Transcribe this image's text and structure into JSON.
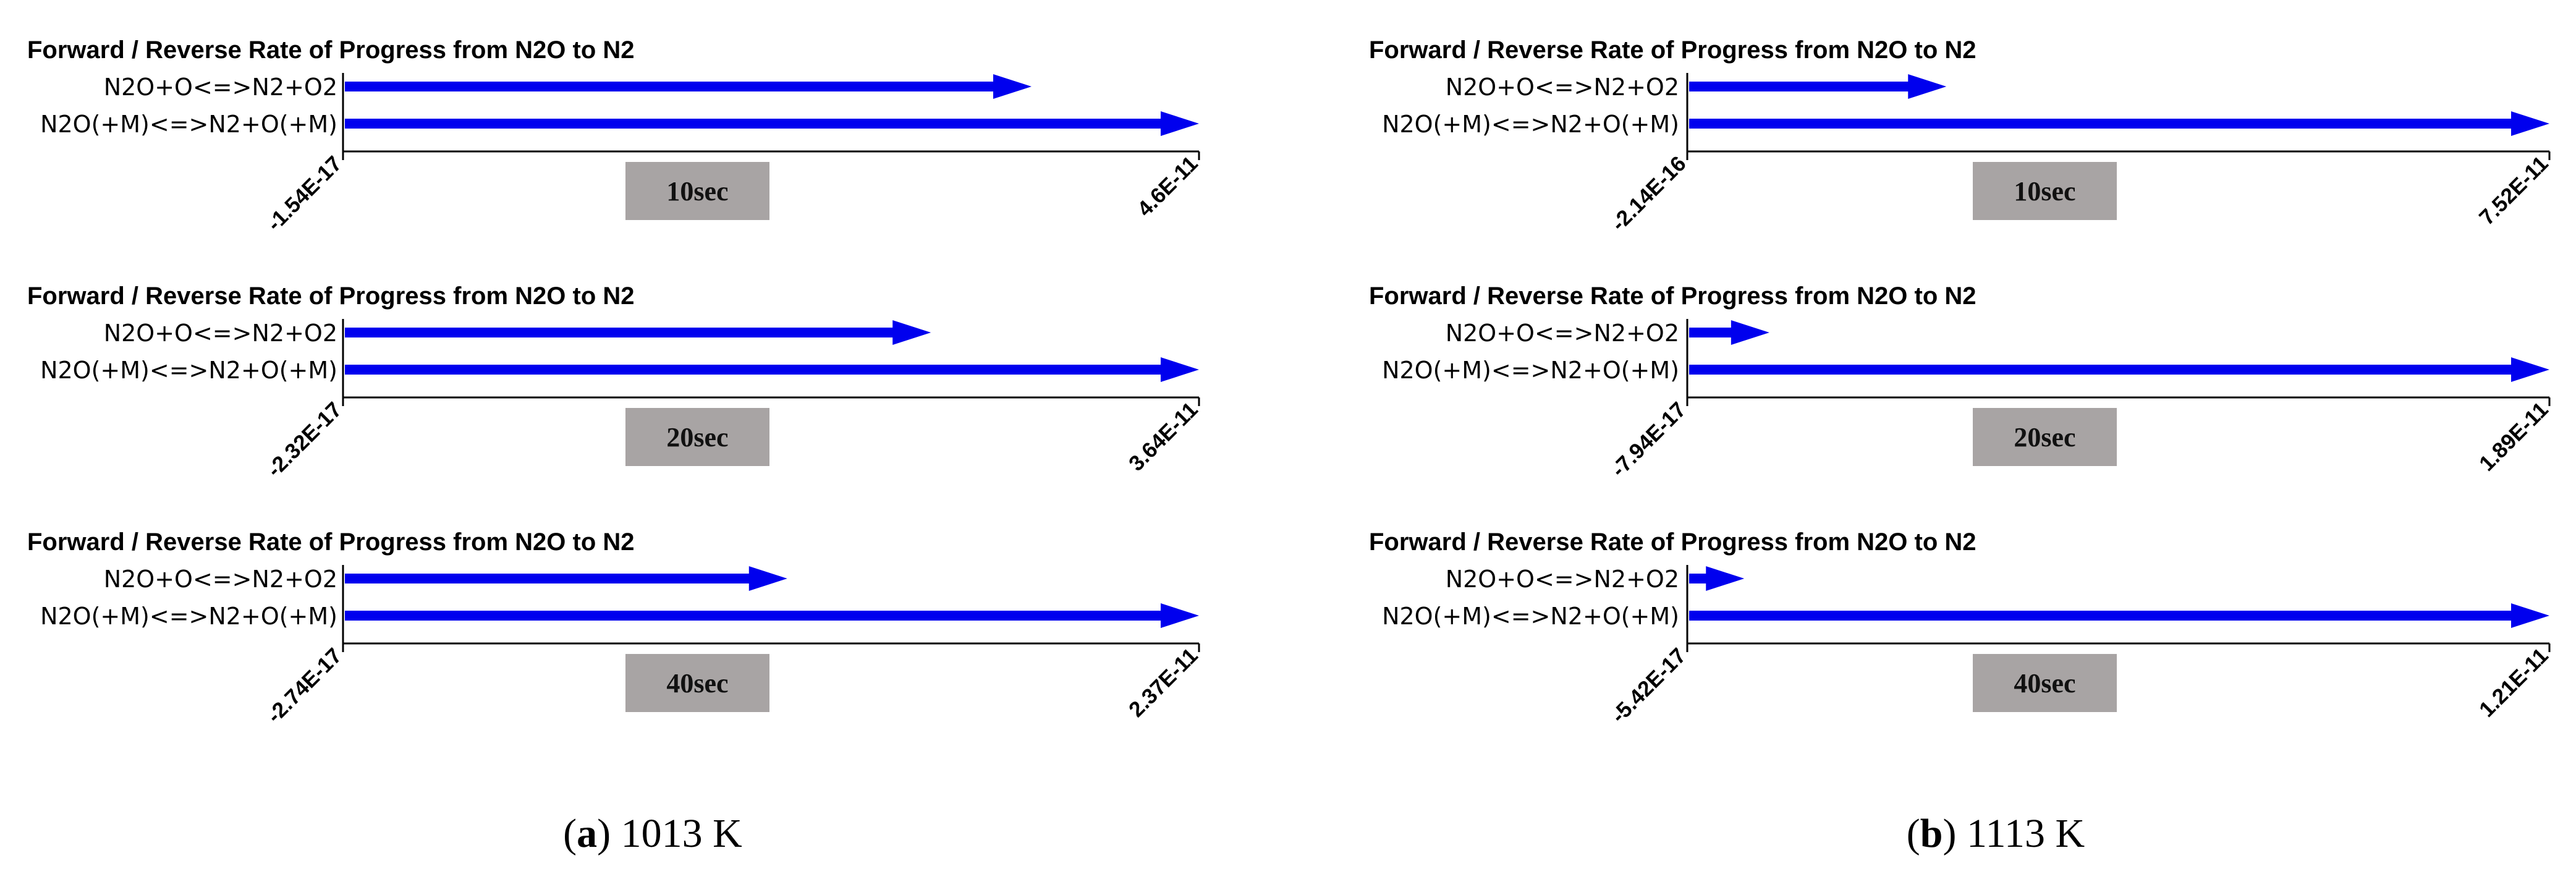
{
  "colors": {
    "arrow": "#0000ee",
    "time_box": "#a8a4a4",
    "text": "#000000"
  },
  "chart_data": [
    {
      "type": "bar",
      "orientation": "horizontal",
      "column": "a",
      "title": "Forward / Reverse Rate of Progress from N2O to N2",
      "categories": [
        "N2O+O<=>N2+O2",
        "N2O(+M)<=>N2+O(+M)"
      ],
      "values": [
        3.7e-11,
        4.6e-11
      ],
      "xlim_labels": [
        "-1.54E-17",
        "4.6E-11"
      ],
      "xlim": [
        -1.54e-17,
        4.6e-11
      ],
      "time_label": "10sec"
    },
    {
      "type": "bar",
      "orientation": "horizontal",
      "column": "a",
      "title": "Forward / Reverse Rate of Progress from N2O to N2",
      "categories": [
        "N2O+O<=>N2+O2",
        "N2O(+M)<=>N2+O(+M)"
      ],
      "values": [
        2.5e-11,
        3.64e-11
      ],
      "xlim_labels": [
        "-2.32E-17",
        "3.64E-11"
      ],
      "xlim": [
        -2.32e-17,
        3.64e-11
      ],
      "time_label": "20sec"
    },
    {
      "type": "bar",
      "orientation": "horizontal",
      "column": "a",
      "title": "Forward / Reverse Rate of Progress from N2O to N2",
      "categories": [
        "N2O+O<=>N2+O2",
        "N2O(+M)<=>N2+O(+M)"
      ],
      "values": [
        1.23e-11,
        2.37e-11
      ],
      "xlim_labels": [
        "-2.74E-17",
        "2.37E-11"
      ],
      "xlim": [
        -2.74e-17,
        2.37e-11
      ],
      "time_label": "40sec"
    },
    {
      "type": "bar",
      "orientation": "horizontal",
      "column": "b",
      "title": "Forward / Reverse Rate of Progress from N2O to N2",
      "categories": [
        "N2O+O<=>N2+O2",
        "N2O(+M)<=>N2+O(+M)"
      ],
      "values": [
        2.26e-11,
        7.52e-11
      ],
      "xlim_labels": [
        "-2.14E-16",
        "7.52E-11"
      ],
      "xlim": [
        -2.14e-16,
        7.52e-11
      ],
      "time_label": "10sec"
    },
    {
      "type": "bar",
      "orientation": "horizontal",
      "column": "b",
      "title": "Forward / Reverse Rate of Progress from N2O to N2",
      "categories": [
        "N2O+O<=>N2+O2",
        "N2O(+M)<=>N2+O(+M)"
      ],
      "values": [
        1.8e-12,
        1.89e-11
      ],
      "xlim_labels": [
        "-7.94E-17",
        "1.89E-11"
      ],
      "xlim": [
        -7.94e-17,
        1.89e-11
      ],
      "time_label": "20sec"
    },
    {
      "type": "bar",
      "orientation": "horizontal",
      "column": "b",
      "title": "Forward / Reverse Rate of Progress from N2O to N2",
      "categories": [
        "N2O+O<=>N2+O2",
        "N2O(+M)<=>N2+O(+M)"
      ],
      "values": [
        8e-13,
        1.21e-11
      ],
      "xlim_labels": [
        "-5.42E-17",
        "1.21E-11"
      ],
      "xlim": [
        -5.42e-17,
        1.21e-11
      ],
      "time_label": "40sec"
    }
  ],
  "captions": [
    {
      "letter": "a",
      "text": ") 1013 K"
    },
    {
      "letter": "b",
      "text": ") 1113 K"
    }
  ]
}
